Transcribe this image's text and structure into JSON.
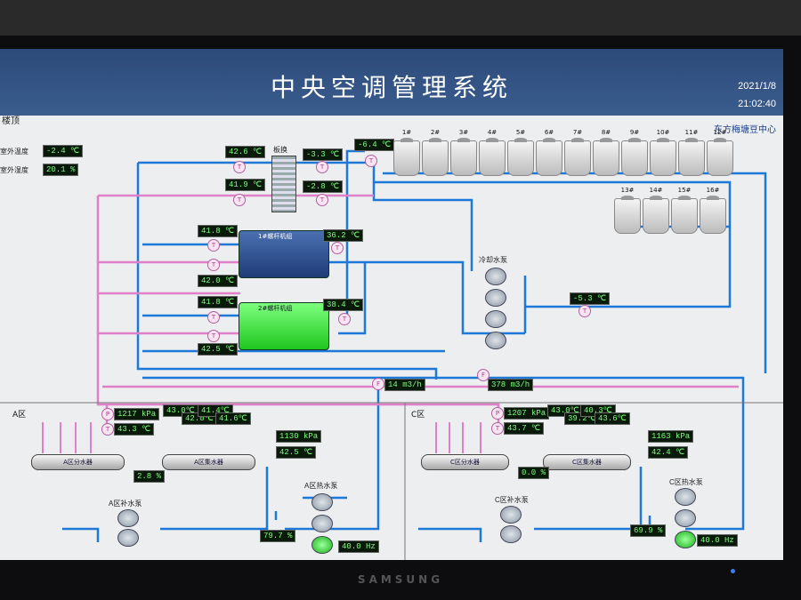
{
  "header": {
    "title": "中央空调管理系统",
    "date": "2021/1/8",
    "time": "21:02:40"
  },
  "breadcrumb": "楼顶",
  "company": "东方梅塘豆中心",
  "outdoor": {
    "temp_label": "室外温度",
    "temp_value": "-2.4 ℃",
    "humidity_label": "室外湿度",
    "humidity_value": "20.1 %"
  },
  "plate_hx_label": "板换",
  "towers": [
    "1#",
    "2#",
    "3#",
    "4#",
    "5#",
    "6#",
    "7#",
    "8#",
    "9#",
    "10#",
    "11#",
    "12#",
    "13#",
    "14#",
    "15#",
    "16#"
  ],
  "chillers": {
    "c1": "1#螺杆机组",
    "c2": "2#螺杆机组"
  },
  "cooling_pump_label": "冷却水泵",
  "readings": {
    "hx_top_left": "42.6 ℃",
    "hx_top_right": "-3.3 ℃",
    "hx_bot_left": "41.9 ℃",
    "hx_bot_right": "-2.8 ℃",
    "tower_in": "-6.4 ℃",
    "c1_left": "41.8 ℃",
    "c1_right": "36.2 ℃",
    "c1_below": "42.0 ℃",
    "c2_left": "41.8 ℃",
    "c2_right": "38.4 ℃",
    "c2_below": "42.5 ℃",
    "return_temp": "-5.3 ℃",
    "flow_a": "14 m3/h",
    "flow_c": "378 m3/h"
  },
  "zone_a": {
    "label": "A区",
    "pressure": "1217 kPa",
    "temp": "43.3 ℃",
    "branch": [
      "43.0℃",
      "42.0℃",
      "41.4℃",
      "41.6℃"
    ],
    "supply_pressure": "1130 kPa",
    "supply_temp": "42.5 ℃",
    "distributor": "A区分水器",
    "collector": "A区集水器",
    "valve": "2.8 %",
    "pump_group": "A区补水泵",
    "hot_pump": "A区热水泵",
    "pct": "79.7 %",
    "freq": "40.0 Hz"
  },
  "zone_c": {
    "label": "C区",
    "pressure": "1207 kPa",
    "temp": "43.7 ℃",
    "branch": [
      "43.0℃",
      "39.2℃",
      "40.3℃",
      "43.6℃"
    ],
    "supply_pressure": "1163 kPa",
    "supply_temp": "42.4 ℃",
    "distributor": "C区分水器",
    "collector": "C区集水器",
    "valve": "0.0 %",
    "pump_group": "C区补水泵",
    "hot_pump": "C区热水泵",
    "pct": "69.9 %",
    "freq": "40.0 Hz"
  },
  "monitor_brand": "SAMSUNG",
  "colors": {
    "pipe_blue": "#1e78d8",
    "pipe_pink": "#e080c8",
    "header_bg": "#2c4a7a",
    "readout_bg": "#0a1a0a",
    "readout_fg": "#7cff7c"
  }
}
